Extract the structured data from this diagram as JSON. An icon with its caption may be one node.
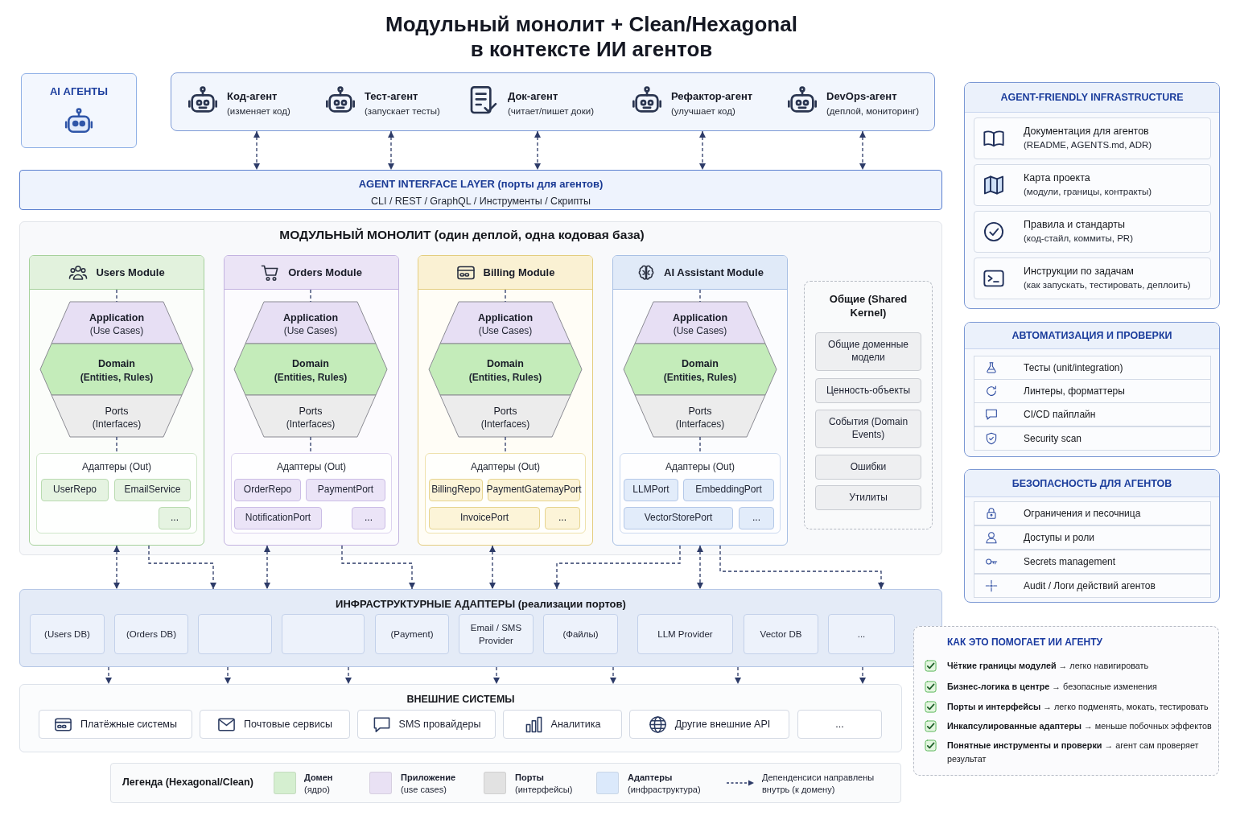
{
  "diagram": {
    "title": "Модульный монолит + Clean/Hexagonal в контексте ИИ агентов",
    "nodes": [
      {
        "text": [
          "AI АГЕНТЫ"
        ]
      },
      {
        "text": [],
        "shape": "box"
      },
      {
        "text": [
          "Код-агент",
          "(изменяет код)"
        ],
        "in": 1
      },
      {
        "text": [
          "Тест-агент",
          "(запускает тесты)"
        ],
        "in": 1
      },
      {
        "text": [
          "Док-агент",
          "(читает/пишет доки)"
        ],
        "in": 1
      },
      {
        "text": [
          "Рефактор-агент",
          "(улучшает код)"
        ],
        "in": 1
      },
      {
        "text": [
          "DevOps-агент",
          "(деплой, мониторинг)"
        ],
        "in": 1
      },
      {
        "text": [
          "AGENT INTERFACE LAYER (порты для агентов)",
          "CLI / REST / GraphQL / Инструменты / Скрипты"
        ]
      },
      {
        "text": [
          "МОДУЛЬНЫЙ МОНОЛИТ (один деплой, одна кодовая база)"
        ]
      },
      {
        "text": [],
        "shape": "box",
        "in": 8
      },
      {
        "text": [
          "Users Module"
        ],
        "in": 9
      },
      {
        "text": [
          "Application",
          "(Use Cases)"
        ],
        "in": 9
      },
      {
        "text": [
          "Domain",
          "(Entities, Rules)"
        ],
        "in": 9
      },
      {
        "text": [
          "Ports",
          "(Interfaces)"
        ],
        "in": 9
      },
      {
        "text": [
          "Адаптеры (Out)"
        ],
        "in": 9
      },
      {
        "text": [
          "UserRepo"
        ],
        "in": 14
      },
      {
        "text": [
          "EmailService"
        ],
        "in": 14
      },
      {
        "text": [
          "..."
        ],
        "in": 14
      },
      {
        "text": [],
        "shape": "box",
        "in": 8
      },
      {
        "text": [
          "Orders Module"
        ],
        "in": 18
      },
      {
        "text": [
          "Application",
          "(Use Cases)"
        ],
        "in": 18
      },
      {
        "text": [
          "Domain",
          "(Entities, Rules)"
        ],
        "in": 18
      },
      {
        "text": [
          "Ports",
          "(Interfaces)"
        ],
        "in": 18
      },
      {
        "text": [
          "Адаптеры (Out)"
        ],
        "in": 18
      },
      {
        "text": [
          "OrderRepo"
        ],
        "in": 23
      },
      {
        "text": [
          "PaymentPort"
        ],
        "in": 23
      },
      {
        "text": [
          "NotificationPort"
        ],
        "in": 23
      },
      {
        "text": [
          "..."
        ],
        "in": 23
      },
      {
        "text": [],
        "shape": "box",
        "in": 8
      },
      {
        "text": [
          "Billing Module"
        ],
        "in": 28
      },
      {
        "text": [
          "Application",
          "(Use Cases)"
        ],
        "in": 28
      },
      {
        "text": [
          "Domain",
          "(Entities, Rules)"
        ],
        "in": 28
      },
      {
        "text": [
          "Ports",
          "(Interfaces)"
        ],
        "in": 28
      },
      {
        "text": [
          "Адаптеры (Out)"
        ],
        "in": 28
      },
      {
        "text": [
          "BillingRepo"
        ],
        "in": 33
      },
      {
        "text": [
          "PaymentGatemayPort"
        ],
        "in": 33
      },
      {
        "text": [
          "InvoicePort"
        ],
        "in": 33
      },
      {
        "text": [
          "..."
        ],
        "in": 33
      },
      {
        "text": [],
        "shape": "box",
        "in": 8
      },
      {
        "text": [
          "AI Assistant Module"
        ],
        "in": 38
      },
      {
        "text": [
          "Application",
          "(Use Cases)"
        ],
        "in": 38
      },
      {
        "text": [
          "Domain",
          "(Entities, Rules)"
        ],
        "in": 38
      },
      {
        "text": [
          "Ports",
          "(Interfaces)"
        ],
        "in": 38
      },
      {
        "text": [
          "Адаптеры (Out)"
        ],
        "in": 38
      },
      {
        "text": [
          "LLMPort"
        ],
        "in": 43
      },
      {
        "text": [
          "EmbeddingPort"
        ],
        "in": 43
      },
      {
        "text": [
          "VectorStorePort"
        ],
        "in": 43
      },
      {
        "text": [
          "..."
        ],
        "in": 43
      },
      {
        "text": [
          "Общие (Shared Kernel)"
        ],
        "in": 8
      },
      {
        "text": [
          "Общие доменные модели"
        ],
        "in": 48
      },
      {
        "text": [
          "Ценность-объекты"
        ],
        "in": 48
      },
      {
        "text": [
          "События (Domain Events)"
        ],
        "in": 48
      },
      {
        "text": [
          "Ошибки"
        ],
        "in": 48
      },
      {
        "text": [
          "Утилиты"
        ],
        "in": 48
      },
      {
        "text": [
          "ИНФРАСТРУКТУРНЫЕ АДАПТЕРЫ (реализации портов)"
        ]
      },
      {
        "text": [
          "(Users DB)"
        ],
        "in": 54
      },
      {
        "text": [
          "(Orders DB)"
        ],
        "in": 54
      },
      {
        "text": [],
        "shape": "box",
        "in": 54
      },
      {
        "text": [],
        "shape": "box",
        "in": 54
      },
      {
        "text": [
          "(Payment)"
        ],
        "in": 54
      },
      {
        "text": [
          "Email / SMS Provider"
        ],
        "in": 54
      },
      {
        "text": [
          "(Файлы)"
        ],
        "in": 54
      },
      {
        "text": [
          "LLM Provider"
        ],
        "in": 54
      },
      {
        "text": [
          "Vector DB"
        ],
        "in": 54
      },
      {
        "text": [
          "..."
        ],
        "in": 54
      },
      {
        "text": [
          "ВНЕШНИЕ СИСТЕМЫ"
        ]
      },
      {
        "text": [
          "Платёжные системы"
        ],
        "in": 65
      },
      {
        "text": [
          "Почтовые сервисы"
        ],
        "in": 65
      },
      {
        "text": [
          "SMS провайдеры"
        ],
        "in": 65
      },
      {
        "text": [
          "Аналитика"
        ],
        "in": 65
      },
      {
        "text": [
          "Другие внешние API"
        ],
        "in": 65
      },
      {
        "text": [
          "..."
        ],
        "in": 65
      },
      {
        "text": [
          "AGENT-FRIENDLY INFRASTRUCTURE"
        ]
      },
      {
        "text": [
          "Документация для агентов",
          "(README, AGENTS.md, ADR)"
        ],
        "in": 72
      },
      {
        "text": [
          "Карта проекта",
          "(модули, границы, контракты)"
        ],
        "in": 72
      },
      {
        "text": [
          "Правила и стандарты",
          "(код-стайл, коммиты, PR)"
        ],
        "in": 72
      },
      {
        "text": [
          "Инструкции по задачам",
          "(как запускать, тестировать, деплоить)"
        ],
        "in": 72
      },
      {
        "text": [
          "АВТОМАТИЗАЦИЯ И ПРОВЕРКИ"
        ]
      },
      {
        "text": [
          "Тесты (unit/integration)"
        ],
        "in": 77
      },
      {
        "text": [
          "Линтеры, форматтеры"
        ],
        "in": 77
      },
      {
        "text": [
          "CI/CD пайплайн"
        ],
        "in": 77
      },
      {
        "text": [
          "Security scan"
        ],
        "in": 77
      },
      {
        "text": [
          "БЕЗОПАСНОСТЬ ДЛЯ АГЕНТОВ"
        ]
      },
      {
        "text": [
          "Ограничения и песочница"
        ],
        "in": 82
      },
      {
        "text": [
          "Доступы и роли"
        ],
        "in": 82
      },
      {
        "text": [
          "Secrets management"
        ],
        "in": 82
      },
      {
        "text": [
          "Audit / Логи действий агентов"
        ],
        "in": 82
      },
      {
        "text": [
          "КАК ЭТО ПОМОГАЕТ ИИ АГЕНТУ",
          "**Чёткие границы модулей** → легко навигировать",
          "**Бизнес-логика в центре** → безопасные изменения",
          "**Порты и интерфейсы** → легко подменять, мокать, тестировать",
          "**Инкапсулированные адаптеры** → меньше побочных эффектов",
          "**Понятные инструменты и проверки** → агент сам проверяет результат"
        ]
      }
    ],
    "edges": [
      {
        "from": 2,
        "to": 7,
        "arrow": "both",
        "style": "dashed"
      },
      {
        "from": 3,
        "to": 7,
        "arrow": "both",
        "style": "dashed"
      },
      {
        "from": 4,
        "to": 7,
        "arrow": "both",
        "style": "dashed"
      },
      {
        "from": 5,
        "to": 7,
        "arrow": "both",
        "style": "dashed"
      },
      {
        "from": 6,
        "to": 7,
        "arrow": "both",
        "style": "dashed"
      },
      {
        "from": 10,
        "to": 11,
        "arrow": "none",
        "style": "dashed"
      },
      {
        "from": 13,
        "to": 14,
        "arrow": "none",
        "style": "dashed"
      },
      {
        "from": 19,
        "to": 20,
        "arrow": "none",
        "style": "dashed"
      },
      {
        "from": 22,
        "to": 23,
        "arrow": "none",
        "style": "dashed"
      },
      {
        "from": 29,
        "to": 30,
        "arrow": "none",
        "style": "dashed"
      },
      {
        "from": 32,
        "to": 33,
        "arrow": "none",
        "style": "dashed"
      },
      {
        "from": 39,
        "to": 40,
        "arrow": "none",
        "style": "dashed"
      },
      {
        "from": 42,
        "to": 43,
        "arrow": "none",
        "style": "dashed"
      },
      {
        "from": 9,
        "to": 54,
        "arrow": "both",
        "style": "dashed"
      },
      {
        "from": 9,
        "to": 54,
        "arrow": "to",
        "style": "dashed"
      },
      {
        "from": 18,
        "to": 54,
        "arrow": "both",
        "style": "dashed"
      },
      {
        "from": 18,
        "to": 54,
        "arrow": "to",
        "style": "dashed"
      },
      {
        "from": 28,
        "to": 54,
        "arrow": "both",
        "style": "dashed"
      },
      {
        "from": 38,
        "to": 54,
        "arrow": "to",
        "style": "dashed"
      },
      {
        "from": 38,
        "to": 54,
        "arrow": "both",
        "style": "dashed"
      },
      {
        "from": 38,
        "to": 54,
        "arrow": "to",
        "style": "dashed"
      },
      {
        "from": 54,
        "to": 65,
        "arrow": "to",
        "style": "dashed"
      },
      {
        "from": 54,
        "to": 65,
        "arrow": "to",
        "style": "dashed"
      },
      {
        "from": 54,
        "to": 65,
        "arrow": "to",
        "style": "dashed"
      },
      {
        "from": 54,
        "to": 65,
        "arrow": "to",
        "style": "dashed"
      },
      {
        "from": 54,
        "to": 65,
        "arrow": "to",
        "style": "dashed"
      },
      {
        "from": 54,
        "to": 65,
        "arrow": "to",
        "style": "dashed"
      },
      {
        "from": 54,
        "to": 65,
        "arrow": "to",
        "style": "dashed"
      }
    ],
    "labels": [
      "Легенда (Hexagonal/Clean)"
    ],
    "legend": [
      {
        "text": "**Домен** (ядро)",
        "color": "#d5efd0"
      },
      {
        "text": "**Приложение** (use cases)",
        "color": "#e9e1f4"
      },
      {
        "text": "**Порты** (интерфейсы)",
        "color": "#e2e2e2"
      },
      {
        "text": "**Адаптеры** (инфраструктура)",
        "color": "#dbe9fb"
      },
      {
        "text": "Депенденсиси направлены внутрь (к домену)"
      }
    ]
  }
}
